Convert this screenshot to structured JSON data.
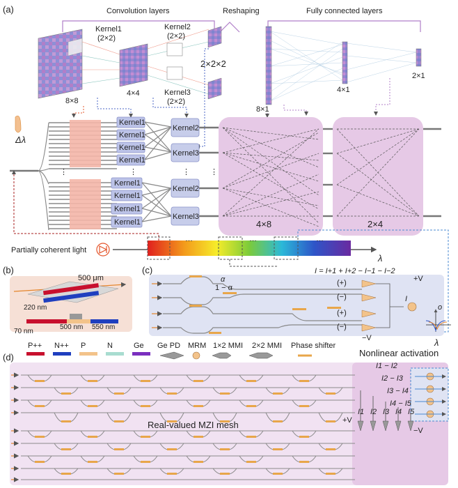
{
  "panels": {
    "a": "(a)",
    "b": "(b)",
    "c": "(c)",
    "d": "(d)"
  },
  "headers": {
    "conv": "Convolution layers",
    "reshape": "Reshaping",
    "fc": "Fully connected layers"
  },
  "kernel_labels": {
    "k1": "Kernel1",
    "k1_size": "(2×2)",
    "k2": "Kernel2",
    "k2_size": "(2×2)",
    "k3": "Kernel3",
    "k3_size": "(2×2)"
  },
  "dims": {
    "d8x8": "8×8",
    "d4x4": "4×4",
    "d2x2x2": "2×2×2",
    "d8x1": "8×1",
    "d4x1": "4×1",
    "d2x1": "2×1",
    "m4x8": "4×8",
    "m2x4": "2×4"
  },
  "circuit": {
    "delta_lambda": "Δλ",
    "kernel1": "Kernel1",
    "kernel2": "Kernel2",
    "kernel3": "Kernel3",
    "ellipsis": "⋮",
    "source": "Partially coherent light",
    "dots": "…",
    "lambda": "λ"
  },
  "panel_b": {
    "length": "500 μm",
    "w220": "220 nm",
    "w70": "70 nm",
    "w500": "500 nm",
    "w550": "550 nm"
  },
  "panel_c": {
    "equation": "I = I+1 + I+2 − I−1 − I−2",
    "alpha": "α",
    "one_minus_alpha": "1 − α",
    "p1": "(+)",
    "m1": "(−)",
    "p2": "(+)",
    "m2": "(−)",
    "vplus": "+V",
    "vminus": "−V",
    "i_label": "I",
    "o_label": "o",
    "lambda": "λ"
  },
  "legend": [
    {
      "label": "P++",
      "color": "#c8102e"
    },
    {
      "label": "N++",
      "color": "#1f3fbf"
    },
    {
      "label": "P",
      "color": "#f3c38a"
    },
    {
      "label": "N",
      "color": "#a8dcd0"
    },
    {
      "label": "Ge",
      "color": "#7b2fbf"
    }
  ],
  "legend_icons": {
    "gepd": "Ge PD",
    "mrm": "MRM",
    "mmi12": "1×2 MMI",
    "mmi22": "2×2 MMI",
    "ps": "Phase shifter"
  },
  "panel_d": {
    "title": "Nonlinear activation",
    "mesh": "Real-valued MZI mesh",
    "vplus": "+V",
    "vminus": "−V",
    "diffs": [
      "I1 − I2",
      "I2 − I3",
      "I3 − I4",
      "I4 − I5"
    ],
    "currents": [
      "I1",
      "I2",
      "I3",
      "I4",
      "I5"
    ]
  },
  "colors": {
    "purple_bg": "#e6c9e6",
    "blue_bg": "#dfe3f3",
    "pink_bg": "#f6e0d6",
    "salmon": "#f4b6a8",
    "orange": "#e8a64a"
  }
}
